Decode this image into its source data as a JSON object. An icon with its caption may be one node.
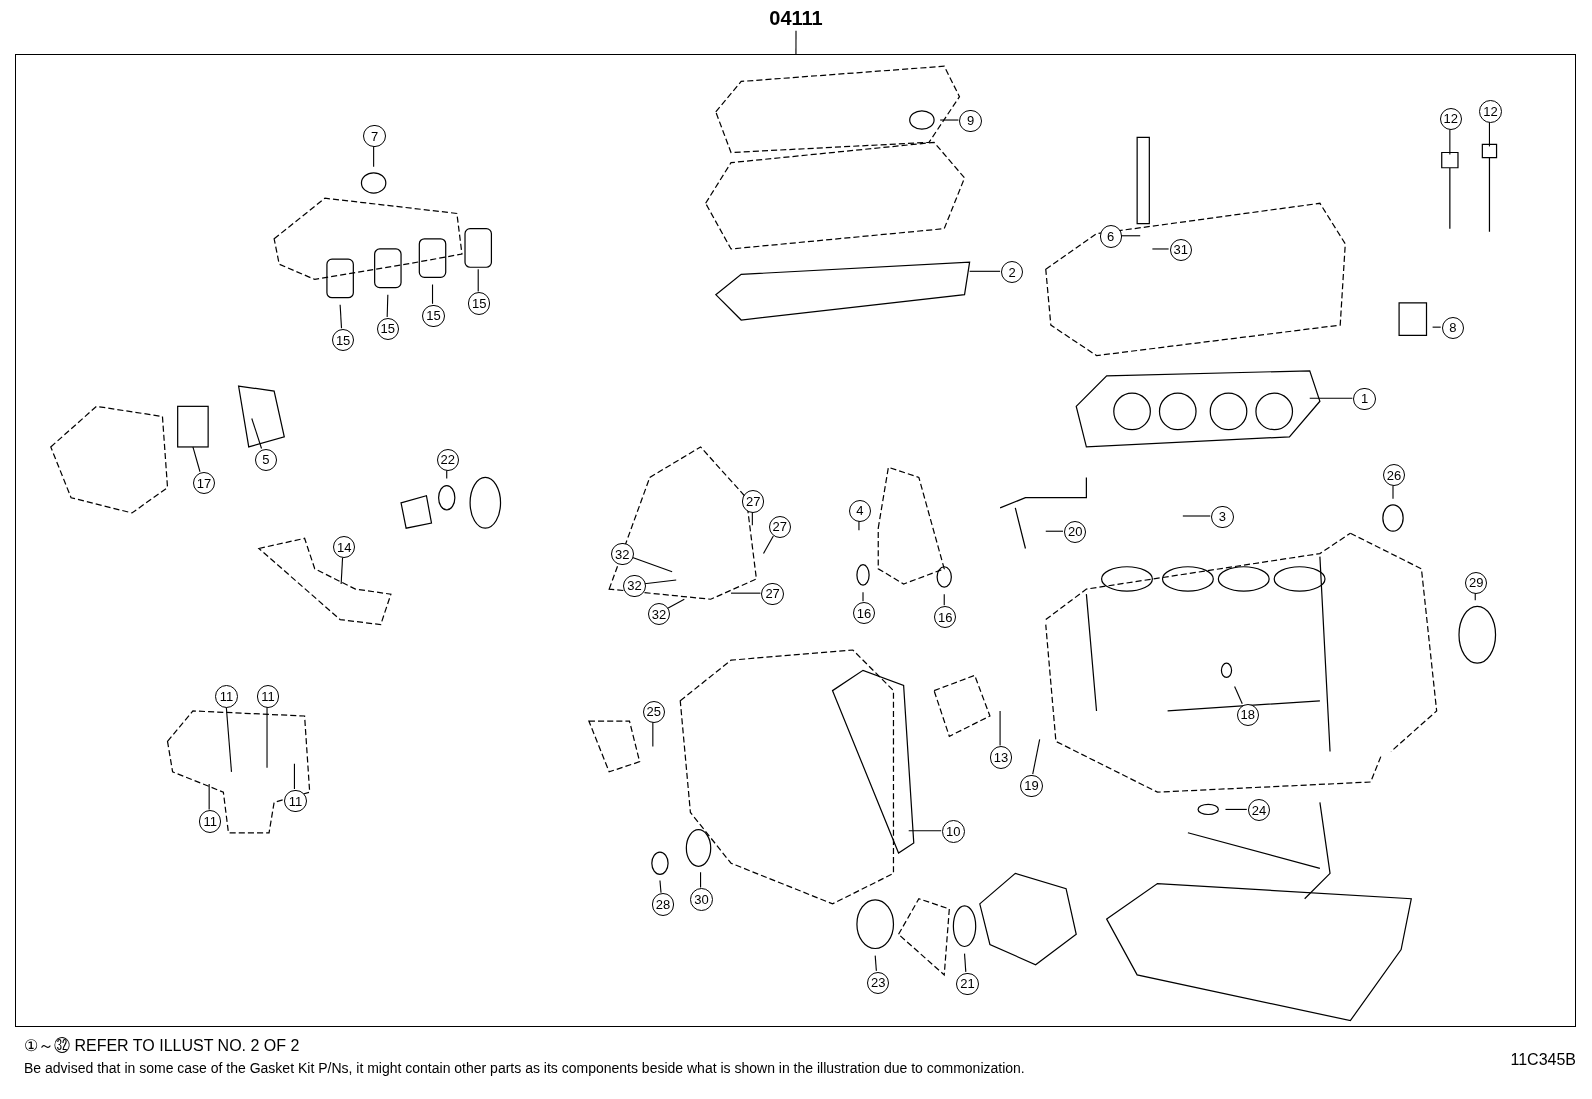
{
  "diagram": {
    "nodes": [
      {
        "text": [
          "04111"
        ]
      },
      {
        "text": [],
        "shape": "box"
      },
      {
        "text": [
          "1"
        ],
        "in": 1
      },
      {
        "text": [
          "2"
        ],
        "in": 1
      },
      {
        "text": [
          "3"
        ],
        "in": 1
      },
      {
        "text": [
          "4"
        ],
        "in": 1
      },
      {
        "text": [
          "5"
        ],
        "in": 1
      },
      {
        "text": [
          "6"
        ],
        "in": 1
      },
      {
        "text": [
          "7"
        ],
        "in": 1
      },
      {
        "text": [
          "8"
        ],
        "in": 1
      },
      {
        "text": [
          "9"
        ],
        "in": 1
      },
      {
        "text": [
          "10"
        ],
        "in": 1
      },
      {
        "text": [
          "11"
        ],
        "in": 1
      },
      {
        "text": [
          "11"
        ],
        "in": 1
      },
      {
        "text": [
          "11"
        ],
        "in": 1
      },
      {
        "text": [
          "11"
        ],
        "in": 1
      },
      {
        "text": [
          "12"
        ],
        "in": 1
      },
      {
        "text": [
          "12"
        ],
        "in": 1
      },
      {
        "text": [
          "13"
        ],
        "in": 1
      },
      {
        "text": [
          "14"
        ],
        "in": 1
      },
      {
        "text": [
          "15"
        ],
        "in": 1
      },
      {
        "text": [
          "15"
        ],
        "in": 1
      },
      {
        "text": [
          "15"
        ],
        "in": 1
      },
      {
        "text": [
          "15"
        ],
        "in": 1
      },
      {
        "text": [
          "16"
        ],
        "in": 1
      },
      {
        "text": [
          "16"
        ],
        "in": 1
      },
      {
        "text": [
          "17"
        ],
        "in": 1
      },
      {
        "text": [
          "18"
        ],
        "in": 1
      },
      {
        "text": [
          "19"
        ],
        "in": 1
      },
      {
        "text": [
          "20"
        ],
        "in": 1
      },
      {
        "text": [
          "21"
        ],
        "in": 1
      },
      {
        "text": [
          "22"
        ],
        "in": 1
      },
      {
        "text": [
          "23"
        ],
        "in": 1
      },
      {
        "text": [
          "24"
        ],
        "in": 1
      },
      {
        "text": [
          "25"
        ],
        "in": 1
      },
      {
        "text": [
          "26"
        ],
        "in": 1
      },
      {
        "text": [
          "27"
        ],
        "in": 1
      },
      {
        "text": [
          "27"
        ],
        "in": 1
      },
      {
        "text": [
          "27"
        ],
        "in": 1
      },
      {
        "text": [
          "28"
        ],
        "in": 1
      },
      {
        "text": [
          "29"
        ],
        "in": 1
      },
      {
        "text": [
          "30"
        ],
        "in": 1
      },
      {
        "text": [
          "31"
        ],
        "in": 1
      },
      {
        "text": [
          "32"
        ],
        "in": 1
      },
      {
        "text": [
          "32"
        ],
        "in": 1
      },
      {
        "text": [
          "32"
        ],
        "in": 1
      }
    ],
    "edges": [
      {
        "from": 0,
        "to": 1,
        "arrow": "none"
      },
      {
        "from": 2,
        "to": null,
        "arrow": "none"
      },
      {
        "from": 3,
        "to": null,
        "arrow": "none"
      },
      {
        "from": 4,
        "to": null,
        "arrow": "none"
      },
      {
        "from": 5,
        "to": null,
        "arrow": "none"
      },
      {
        "from": 6,
        "to": null,
        "arrow": "none"
      },
      {
        "from": 7,
        "to": null,
        "arrow": "none"
      },
      {
        "from": 8,
        "to": null,
        "arrow": "none"
      },
      {
        "from": 9,
        "to": null,
        "arrow": "none"
      },
      {
        "from": 10,
        "to": null,
        "arrow": "none"
      },
      {
        "from": 11,
        "to": null,
        "arrow": "none"
      },
      {
        "from": 12,
        "to": null,
        "arrow": "none"
      },
      {
        "from": 13,
        "to": null,
        "arrow": "none"
      },
      {
        "from": 14,
        "to": null,
        "arrow": "none"
      },
      {
        "from": 15,
        "to": null,
        "arrow": "none"
      },
      {
        "from": 16,
        "to": null,
        "arrow": "none"
      },
      {
        "from": 17,
        "to": null,
        "arrow": "none"
      },
      {
        "from": 18,
        "to": null,
        "arrow": "none"
      },
      {
        "from": 19,
        "to": null,
        "arrow": "none"
      },
      {
        "from": 20,
        "to": null,
        "arrow": "none"
      },
      {
        "from": 21,
        "to": null,
        "arrow": "none"
      },
      {
        "from": 22,
        "to": null,
        "arrow": "none"
      },
      {
        "from": 23,
        "to": null,
        "arrow": "none"
      },
      {
        "from": 24,
        "to": null,
        "arrow": "none"
      },
      {
        "from": 25,
        "to": null,
        "arrow": "none"
      },
      {
        "from": 26,
        "to": null,
        "arrow": "none"
      },
      {
        "from": 27,
        "to": null,
        "arrow": "none"
      },
      {
        "from": 28,
        "to": null,
        "arrow": "none"
      },
      {
        "from": 29,
        "to": null,
        "arrow": "none"
      },
      {
        "from": 30,
        "to": null,
        "arrow": "none"
      },
      {
        "from": 31,
        "to": null,
        "arrow": "none"
      },
      {
        "from": 32,
        "to": null,
        "arrow": "none"
      },
      {
        "from": 33,
        "to": null,
        "arrow": "none"
      },
      {
        "from": 34,
        "to": null,
        "arrow": "none"
      },
      {
        "from": 35,
        "to": null,
        "arrow": "none"
      },
      {
        "from": 36,
        "to": null,
        "arrow": "none"
      },
      {
        "from": 37,
        "to": null,
        "arrow": "none"
      },
      {
        "from": 38,
        "to": null,
        "arrow": "none"
      },
      {
        "from": 39,
        "to": null,
        "arrow": "none"
      },
      {
        "from": 40,
        "to": null,
        "arrow": "none"
      },
      {
        "from": 41,
        "to": null,
        "arrow": "none"
      },
      {
        "from": 42,
        "to": null,
        "arrow": "none"
      },
      {
        "from": 43,
        "to": null,
        "arrow": "none"
      },
      {
        "from": 44,
        "to": null,
        "arrow": "none"
      },
      {
        "from": 45,
        "to": null,
        "arrow": "none"
      }
    ],
    "labels": [
      "①～㉜ REFER TO ILLUST NO. 2 OF 2",
      "Be advised that in some case of the Gasket Kit P/Ns,  it might contain other parts as its components beside what is shown in the illustration due to commonization.",
      "11C345B"
    ]
  }
}
